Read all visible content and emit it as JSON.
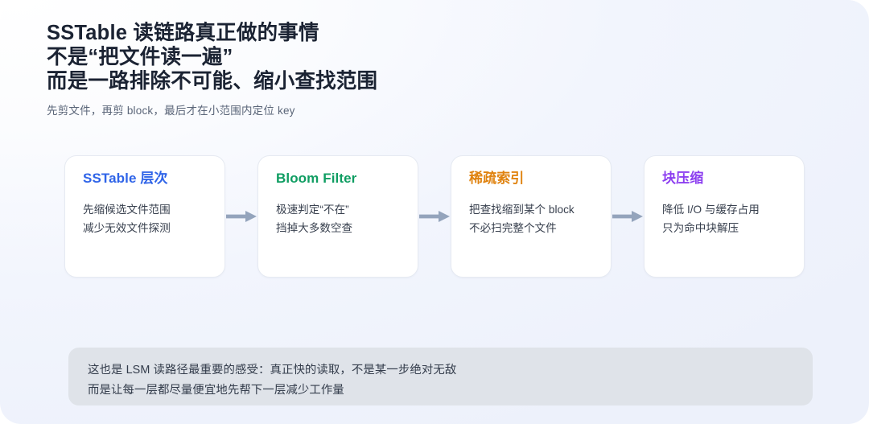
{
  "heading": {
    "line1": "SSTable 读链路真正做的事情",
    "line2": "不是“把文件读一遍”",
    "line3": "而是一路排除不可能、缩小查找范围",
    "subtitle": "先剪文件，再剪 block，最后才在小范围内定位 key"
  },
  "flow": {
    "arrow_color": "#94a4bc",
    "cards": [
      {
        "title": "SSTable 层次",
        "title_color": "#2f64e8",
        "lines": [
          "先缩候选文件范围",
          "减少无效文件探测"
        ]
      },
      {
        "title": "Bloom Filter",
        "title_color": "#0f9d62",
        "lines": [
          "极速判定“不在”",
          "挡掉大多数空查"
        ]
      },
      {
        "title": "稀疏索引",
        "title_color": "#e08310",
        "lines": [
          "把查找缩到某个 block",
          "不必扫完整个文件"
        ]
      },
      {
        "title": "块压缩",
        "title_color": "#8c3ef0",
        "lines": [
          "降低 I/O 与缓存占用",
          "只为命中块解压"
        ]
      }
    ]
  },
  "footer": {
    "line1": "这也是 LSM 读路径最重要的感受：真正快的读取，不是某一步绝对无敌",
    "line2": "而是让每一层都尽量便宜地先帮下一层减少工作量"
  }
}
